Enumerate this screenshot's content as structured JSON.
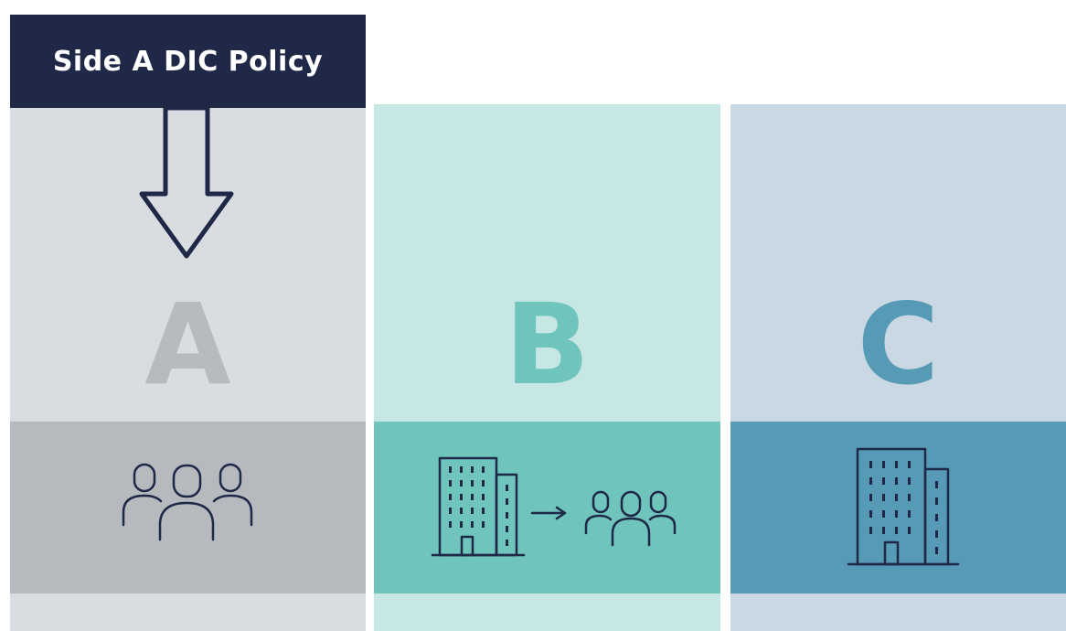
{
  "header": {
    "label": "Side A DIC Policy",
    "color": "#1f2847"
  },
  "columns": [
    {
      "id": "a",
      "letter": "A",
      "bg_color": "#d9dde1",
      "band_color": "#b6babe",
      "letter_color": "#b8bbbe",
      "icon": "people-group-icon"
    },
    {
      "id": "b",
      "letter": "B",
      "bg_color": "#c7e7e4",
      "band_color": "#6fc4bb",
      "letter_color": "#6fc4bb",
      "icon": "building-to-people-icon"
    },
    {
      "id": "c",
      "letter": "C",
      "bg_color": "#c9d8e3",
      "band_color": "#579ab5",
      "letter_color": "#579ab5",
      "icon": "building-icon"
    }
  ],
  "icon_stroke_color": "#1f2847",
  "arrow": {
    "icon": "down-arrow-icon",
    "direction": "down",
    "points_to": "A"
  }
}
